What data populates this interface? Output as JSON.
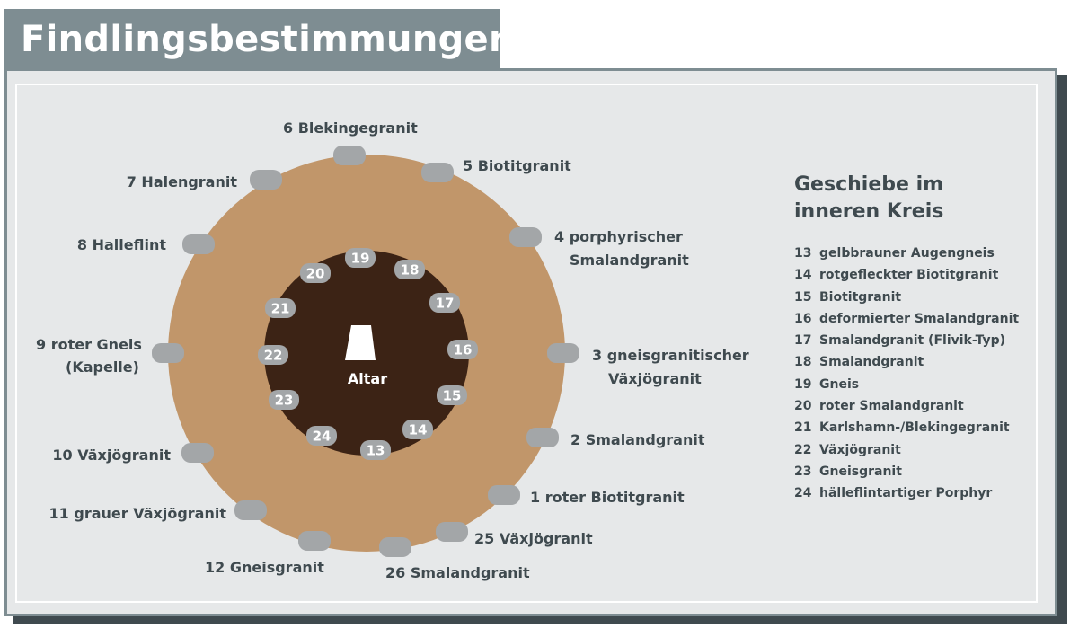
{
  "title": "Findlingsbestimmungen",
  "colors": {
    "header": "#7e8d92",
    "panel": "#e6e8e9",
    "outer_ring": "#c1966a",
    "inner_circle": "#3c2315",
    "stone": "#a3a6a8",
    "stone_text": "#ffffff",
    "text": "#3f4a4f"
  },
  "altar": {
    "label": "Altar"
  },
  "outer_stones": [
    {
      "num": "1",
      "label": "roter Biotitgranit"
    },
    {
      "num": "2",
      "label": "Smalandgranit"
    },
    {
      "num": "3",
      "label": "gneisgranitischer Växjögranit"
    },
    {
      "num": "4",
      "label": "porphyrischer Smalandgranit"
    },
    {
      "num": "5",
      "label": "Biotitgranit"
    },
    {
      "num": "6",
      "label": "Blekingegranit"
    },
    {
      "num": "7",
      "label": "Halengranit"
    },
    {
      "num": "8",
      "label": "Halleflint"
    },
    {
      "num": "9",
      "label": "roter Gneis (Kapelle)"
    },
    {
      "num": "10",
      "label": "Växjögranit"
    },
    {
      "num": "11",
      "label": "grauer Växjögranit"
    },
    {
      "num": "12",
      "label": "Gneisgranit"
    },
    {
      "num": "25",
      "label": "Växjögranit"
    },
    {
      "num": "26",
      "label": "Smalandgranit"
    }
  ],
  "outer_label_text": {
    "l1": "1 roter Biotitgranit",
    "l2": "2 Smalandgranit",
    "l3a": "3 gneisgranitischer",
    "l3b": "Växjögranit",
    "l4a": "4 porphyrischer",
    "l4b": "Smalandgranit",
    "l5": "5 Biotitgranit",
    "l6": "6 Blekingegranit",
    "l7": "7 Halengranit",
    "l8": "8 Halleflint",
    "l9a": "9 roter Gneis",
    "l9b": "(Kapelle)",
    "l10": "10 Växjögranit",
    "l11": "11 grauer Växjögranit",
    "l12": "12 Gneisgranit",
    "l25": "25  Växjögranit",
    "l26": "26  Smalandgranit"
  },
  "inner_stones": [
    "13",
    "14",
    "15",
    "16",
    "17",
    "18",
    "19",
    "20",
    "21",
    "22",
    "23",
    "24"
  ],
  "legend": {
    "title_line1": "Geschiebe im",
    "title_line2": "inneren Kreis",
    "items": [
      {
        "num": "13",
        "label": "gelbbrauner Augengneis"
      },
      {
        "num": "14",
        "label": "rotgefleckter Biotitgranit"
      },
      {
        "num": "15",
        "label": "Biotitgranit"
      },
      {
        "num": "16",
        "label": "deformierter Smalandgranit"
      },
      {
        "num": "17",
        "label": "Smalandgranit (Flivik-Typ)"
      },
      {
        "num": "18",
        "label": "Smalandgranit"
      },
      {
        "num": "19",
        "label": "Gneis"
      },
      {
        "num": "20",
        "label": "roter Smalandgranit"
      },
      {
        "num": "21",
        "label": "Karlshamn-/Blekingegranit"
      },
      {
        "num": "22",
        "label": "Växjögranit"
      },
      {
        "num": "23",
        "label": "Gneisgranit"
      },
      {
        "num": "24",
        "label": "hälleflintartiger Porphyr"
      }
    ]
  }
}
